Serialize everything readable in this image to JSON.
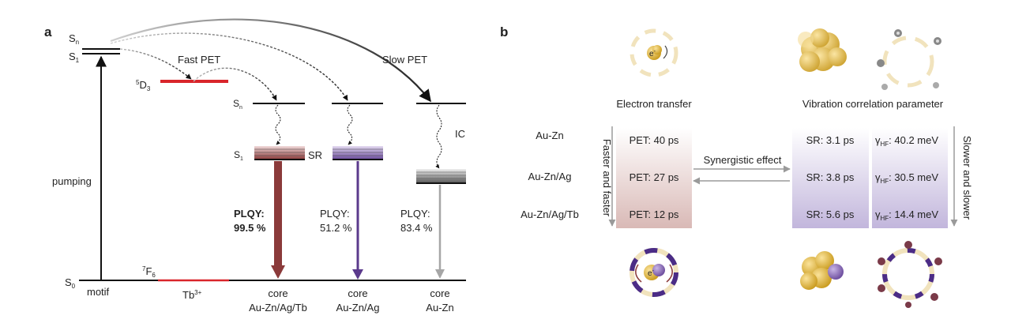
{
  "panel_a": {
    "panel_label": "a",
    "levels": {
      "sn": "S",
      "sn_sub": "n",
      "s1": "S",
      "s1_sub": "1",
      "s0": "S",
      "s0_sub": "0",
      "d3_sup": "5",
      "d3": "D",
      "d3_sub": "3",
      "f6_sup": "7",
      "f6": "F",
      "f6_sub": "6",
      "core_sn": "S",
      "core_sn_sub": "n",
      "core_s1": "S",
      "core_s1_sub": "1"
    },
    "labels": {
      "fast_pet": "Fast PET",
      "slow_pet": "Slow PET",
      "pumping": "pumping",
      "motif": "motif",
      "tb": "Tb",
      "tb_sup": "3+",
      "sr": "SR",
      "ic": "IC"
    },
    "cores": [
      {
        "line1": "core",
        "line2": "Au-Zn/Ag/Tb",
        "plqy_label": "PLQY:",
        "plqy_value": "99.5 %",
        "color": "#8b3a3a"
      },
      {
        "line1": "core",
        "line2": "Au-Zn/Ag",
        "plqy_label": "PLQY:",
        "plqy_value": "51.2 %",
        "color": "#5b3a8c"
      },
      {
        "line1": "core",
        "line2": "Au-Zn",
        "plqy_label": "PLQY:",
        "plqy_value": "83.4 %",
        "color": "#a6a6a6"
      }
    ]
  },
  "panel_b": {
    "panel_label": "b",
    "header_left": "Electron transfer",
    "header_right": "Vibration correlation parameter",
    "electron_symbol": "e",
    "electron_sup": "-",
    "synergistic": "Synergistic effect",
    "faster": "Faster and faster",
    "slower": "Slower and slower",
    "gamma_symbol": "γ",
    "gamma_sub": "HF",
    "rows": [
      {
        "name": "Au-Zn",
        "pet": "PET: 40 ps",
        "sr": "SR: 3.1 ps",
        "gamma": ": 40.2 meV"
      },
      {
        "name": "Au-Zn/Ag",
        "pet": "PET: 27 ps",
        "sr": "SR: 3.8 ps",
        "gamma": ": 30.5 meV"
      },
      {
        "name": "Au-Zn/Ag/Tb",
        "pet": "PET: 12 ps",
        "sr": "SR: 5.6 ps",
        "gamma": ": 14.4 meV"
      }
    ]
  },
  "colors": {
    "red_level": "#d9252b",
    "axis": "#111111",
    "pet_box": "#e7d5d3",
    "sr_box": "#d4cce4",
    "gold": "#e6b530",
    "purple": "#4b2c86",
    "maroon": "#7a3a48",
    "cream": "#f1e3bd"
  }
}
